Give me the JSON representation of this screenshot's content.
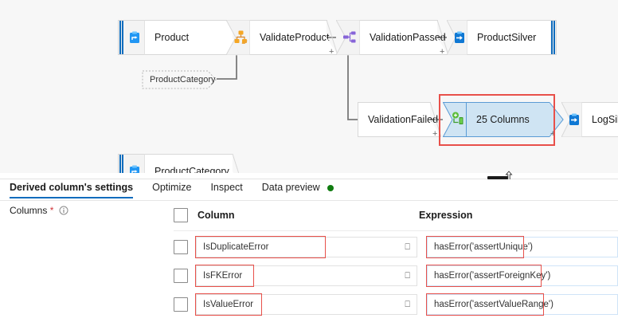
{
  "canvas": {
    "nodes": [
      {
        "id": "product",
        "label": "Product",
        "icon": "source-database-icon",
        "type": "source"
      },
      {
        "id": "validateproduct",
        "label": "ValidateProduct",
        "icon": "assert-transform-icon",
        "type": "transform"
      },
      {
        "id": "validationpassed",
        "label": "ValidationPassed",
        "icon": "conditional-split-icon",
        "type": "transform"
      },
      {
        "id": "productsilver",
        "label": "ProductSilver",
        "icon": "sink-database-icon",
        "type": "sink"
      },
      {
        "id": "validationfailed",
        "label": "ValidationFailed",
        "icon": "",
        "type": "stream"
      },
      {
        "id": "25columns",
        "label": "25 Columns",
        "icon": "derived-column-icon",
        "type": "transform-selected"
      },
      {
        "id": "logsilver",
        "label": "LogSilve",
        "icon": "sink-database-icon",
        "type": "sink"
      },
      {
        "id": "productcategory2",
        "label": "ProductCategory",
        "icon": "source-database-icon",
        "type": "source"
      }
    ],
    "ghost_node": {
      "label": "ProductCategory"
    },
    "plus_symbol": "+",
    "selected_node_id": "25columns",
    "highlight_color": "#e8504a",
    "selected_fill": "#cfe4f3",
    "selected_stroke": "#5b9bd5",
    "accent_color": "#0f6cbd"
  },
  "splitter": {
    "name": "panel-resize-handle"
  },
  "panel": {
    "tabs": [
      {
        "id": "settings",
        "label": "Derived column's settings",
        "active": true
      },
      {
        "id": "optimize",
        "label": "Optimize",
        "active": false
      },
      {
        "id": "inspect",
        "label": "Inspect",
        "active": false
      },
      {
        "id": "datapreview",
        "label": "Data preview",
        "active": false,
        "dot": true
      }
    ],
    "status_dot_color": "#107c10",
    "columns_label": "Columns",
    "required_marker": "*",
    "table": {
      "headers": {
        "column": "Column",
        "expression": "Expression"
      },
      "rows": [
        {
          "column": "IsDuplicateError",
          "expression": "hasError('assertUnique')",
          "column_highlight": true,
          "expression_highlight": true,
          "glyph": "⎕"
        },
        {
          "column": "IsFKError",
          "expression": "hasError('assertForeignKey')",
          "column_highlight": true,
          "expression_highlight": true,
          "glyph": "⎕"
        },
        {
          "column": "IsValueError",
          "expression": "hasError('assertValueRange')",
          "column_highlight": true,
          "expression_highlight": true,
          "glyph": "⎕"
        }
      ]
    }
  }
}
